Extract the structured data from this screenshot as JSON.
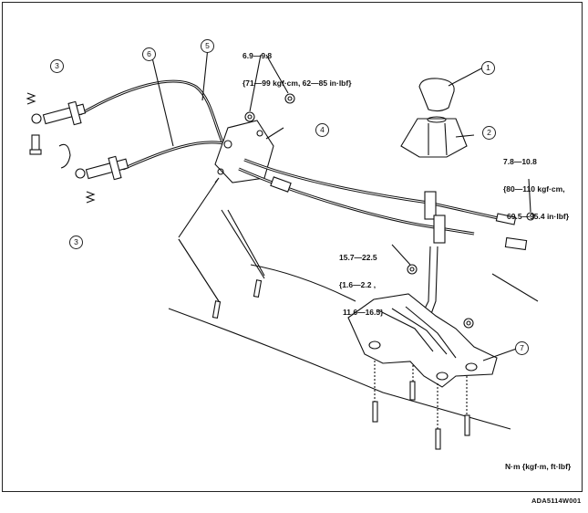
{
  "torque_specs": {
    "spec_a": [
      "6.9—9.8",
      "{71—99 kgf·cm, 62—85 in·lbf}"
    ],
    "spec_b": [
      "7.8—10.8",
      "{80—110 kgf·cm,",
      "69.5—95.4 in·lbf}"
    ],
    "spec_c": [
      "15.7—22.5",
      "{1.6—2.2 ,",
      "11.6—16.5}"
    ]
  },
  "callouts": [
    "1",
    "2",
    "3",
    "3",
    "4",
    "5",
    "6",
    "7"
  ],
  "units_note": "N·m {kgf·m, ft·lbf}",
  "figure_code": "ADA5114W001"
}
